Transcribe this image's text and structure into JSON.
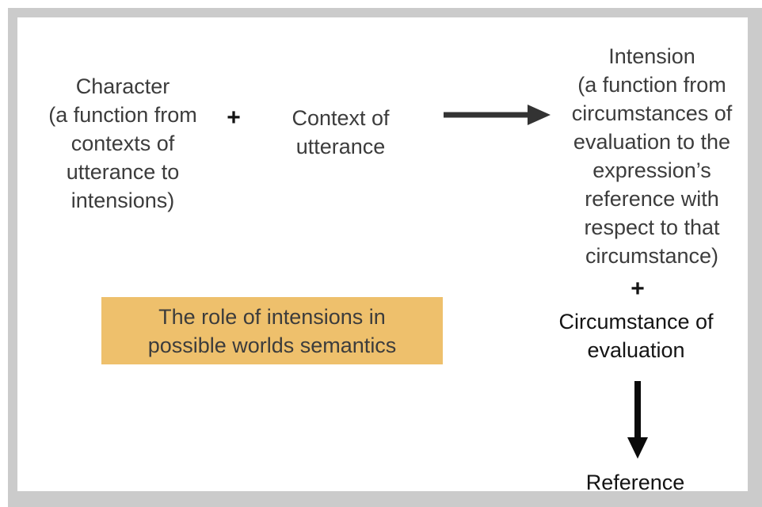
{
  "diagram": {
    "title_context": "The role of intensions in possible worlds semantics",
    "character_block": {
      "text": "Character\n(a function from\ncontexts of\nutterance to\nintensions)"
    },
    "plus_left": "+",
    "context_block": {
      "text": "Context of\nutterance"
    },
    "intension_block": {
      "text": "Intension\n(a function from\ncircumstances of\nevaluation to the\nexpression’s\nreference with\nrespect to that\ncircumstance)"
    },
    "plus_right": "+",
    "circumstance_block": {
      "text": "Circumstance of\nevaluation"
    },
    "reference_label": "Reference",
    "caption_box": {
      "text": "The role of intensions in\npossible worlds semantics",
      "background": "#eec06c"
    },
    "colors": {
      "frame_border": "#cbcbcb",
      "body_text": "#3c3c3c",
      "dark_text": "#141414",
      "right_arrow": "#333333",
      "down_arrow": "#0a0a0a",
      "caption_background": "#eec06c"
    }
  }
}
